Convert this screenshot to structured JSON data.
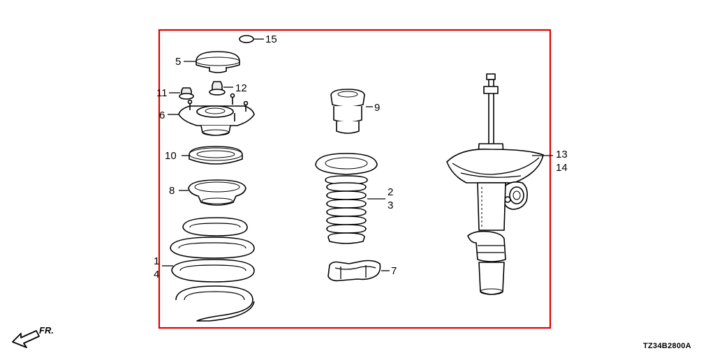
{
  "diagram": {
    "diagram_code": "TZ34B2800A",
    "direction_label": "FR.",
    "frame_color": "#e00000",
    "callouts": {
      "c15": "15",
      "c5": "5",
      "c11": "11",
      "c12": "12",
      "c6": "6",
      "c9": "9",
      "c10": "10",
      "c13": "13",
      "c14": "14",
      "c8": "8",
      "c2": "2",
      "c3": "3",
      "c1": "1",
      "c4": "4",
      "c7": "7"
    }
  }
}
